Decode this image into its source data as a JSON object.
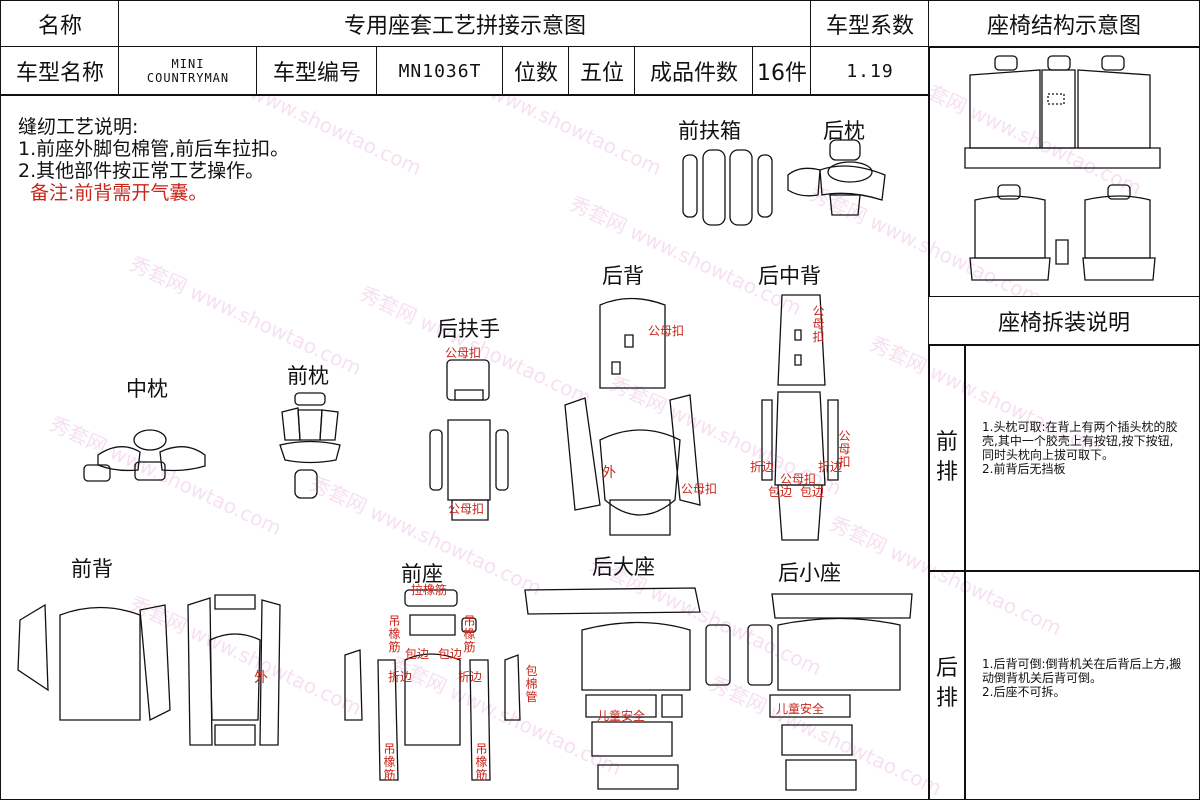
{
  "header": {
    "name_label": "名称",
    "title": "专用座套工艺拼接示意图",
    "model_coef_label": "车型系数",
    "structure_title": "座椅结构示意图"
  },
  "spec_row": {
    "model_name_label": "车型名称",
    "model_name_value_line1": "MINI",
    "model_name_value_line2": "COUNTRYMAN",
    "model_code_label": "车型编号",
    "model_code_value": "MN1036T",
    "seats_label": "位数",
    "seats_value": "五位",
    "pieces_label": "成品件数",
    "pieces_value": "16件",
    "coefficient_value": "1.19"
  },
  "sewing_notes": {
    "heading": "缝纫工艺说明:",
    "line1": "1.前座外脚包棉管,前后车拉扣。",
    "line2": "2.其他部件按正常工艺操作。",
    "remark": "备注:前背需开气囊。"
  },
  "part_labels": {
    "front_armrest_box": "前扶箱",
    "rear_headrest": "后枕",
    "rear_back": "后背",
    "rear_middle_back": "后中背",
    "rear_armrest": "后扶手",
    "middle_headrest": "中枕",
    "front_headrest": "前枕",
    "front_back": "前背",
    "front_seat": "前座",
    "rear_big_seat": "后大座",
    "rear_small_seat": "后小座"
  },
  "annotations": {
    "snap": "公母扣",
    "outer": "外",
    "fold": "折边",
    "wrap_edge": "包边",
    "pull_rubber": "拉橡筋",
    "hang_rubber": "吊橡筋",
    "wrap_foam_tube": "包棉管",
    "child_safety": "儿童安全"
  },
  "disassembly": {
    "title": "座椅拆装说明",
    "front_row_label": "前排",
    "front_row_text": "1.头枕可取:在背上有两个插头枕的胶壳,其中一个胶壳上有按钮,按下按钮,同时头枕向上拔可取下。\n2.前背后无挡板",
    "rear_row_label": "后排",
    "rear_row_text": "1.后背可倒:倒背机关在后背后上方,搬动倒背机关后背可倒。\n2.后座不可拆。"
  },
  "watermark": "秀套网 www.showtao.com",
  "colors": {
    "annotation_red": "#c8261b",
    "line": "#111111",
    "watermark": "#e8a9d8"
  }
}
